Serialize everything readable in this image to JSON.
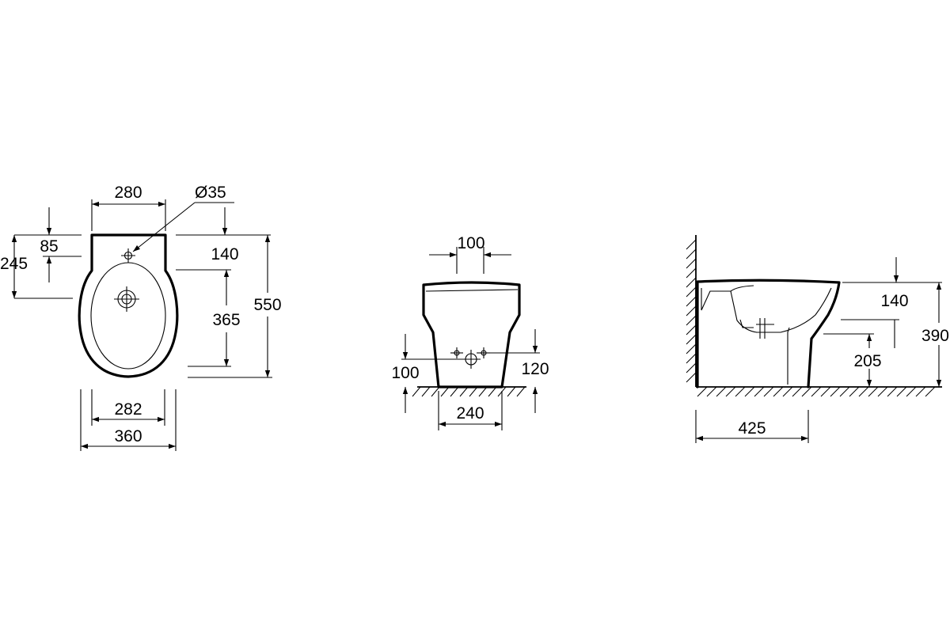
{
  "views": {
    "top": {
      "dims": {
        "width_top": "280",
        "hole_diameter": "Ø35",
        "offset_85": "85",
        "offset_245": "245",
        "offset_140": "140",
        "depth_365": "365",
        "length_550": "550",
        "width_282": "282",
        "width_360": "360"
      }
    },
    "front": {
      "dims": {
        "spacing_100": "100",
        "height_100": "100",
        "height_120": "120",
        "base_240": "240"
      }
    },
    "side": {
      "dims": {
        "offset_140": "140",
        "height_390": "390",
        "outlet_205": "205",
        "depth_425": "425"
      }
    }
  },
  "colors": {
    "line": "#000000",
    "background": "#ffffff"
  }
}
